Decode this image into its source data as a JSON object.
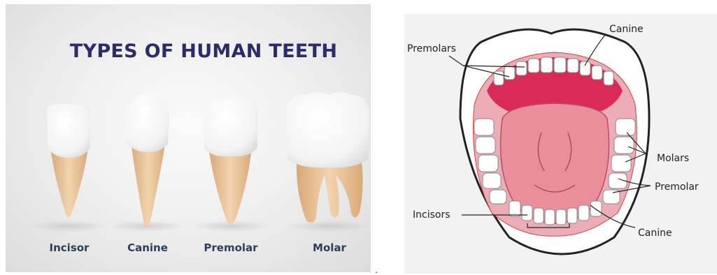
{
  "left_diagram": {
    "title": "TYPES OF HUMAN TEETH",
    "teeth": [
      {
        "label": "Incisor",
        "icon": "incisor-tooth-icon"
      },
      {
        "label": "Canine",
        "icon": "canine-tooth-icon"
      },
      {
        "label": "Premolar",
        "icon": "premolar-tooth-icon"
      },
      {
        "label": "Molar",
        "icon": "molar-tooth-icon"
      }
    ]
  },
  "separator": ".",
  "right_diagram": {
    "labels": {
      "canine_top": "Canine",
      "premolars_top": "Premolars",
      "molars": "Molars",
      "premolar_bottom": "Premolar",
      "incisors": "Incisors",
      "canine_bottom": "Canine"
    }
  },
  "colors": {
    "title": "#2c2c6a",
    "tooth_label": "#2e3e5c",
    "root": "#e6c19b",
    "crown": "#ffffff",
    "gum": "#d92b55",
    "tongue": "#e98e9a"
  }
}
